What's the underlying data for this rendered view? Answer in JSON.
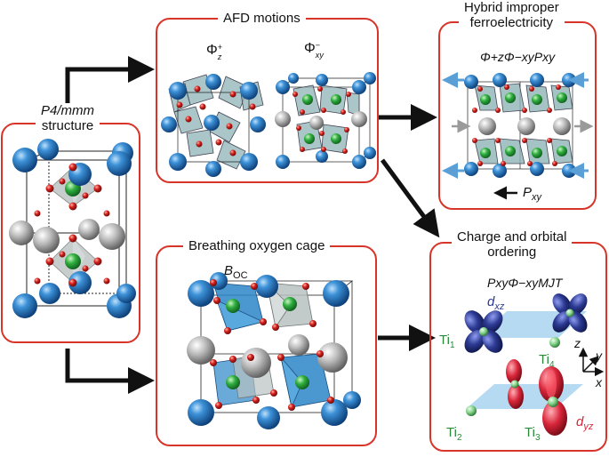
{
  "panels": {
    "p4mmm": {
      "title_line1": "P4/mmm",
      "title_line2": "structure"
    },
    "afd": {
      "title": "AFD motions",
      "phi_z_base": "Φ",
      "phi_z_sup": "+",
      "phi_z_sub": "z",
      "phi_xy_base": "Φ",
      "phi_xy_sup": "−",
      "phi_xy_sub": "xy"
    },
    "hif": {
      "title_line1": "Hybrid improper",
      "title_line2": "ferroelectricity",
      "formula": "Φ+zΦ−xyPxy",
      "pxy_label_base": "P",
      "pxy_label_sub": "xy"
    },
    "boc": {
      "title": "Breathing oxygen cage",
      "label_base": "B",
      "label_sub": "OC"
    },
    "coo": {
      "title_line1": "Charge and orbital",
      "title_line2": "ordering",
      "formula": "PxyΦ−xyMJT",
      "dxz_base": "d",
      "dxz_sub": "xz",
      "dyz_base": "d",
      "dyz_sub": "yz",
      "ti1_base": "Ti",
      "ti1_sub": "1",
      "ti2_base": "Ti",
      "ti2_sub": "2",
      "ti3_base": "Ti",
      "ti3_sub": "3",
      "ti4_base": "Ti",
      "ti4_sub": "4",
      "axis_x": "x",
      "axis_y": "y",
      "axis_z": "z"
    }
  },
  "colors": {
    "panel_border": "#d8352a",
    "A_site_blue": "#1e73be",
    "A_site_gray": "#b8b8b8",
    "Ti_green": "#2fae3f",
    "O_red": "#d4201c",
    "octahedron_gray": "#b9c1c1",
    "octahedron_blue": "#2b86c8",
    "arrow_blue": "#5aa0d6",
    "orbital_navy": "#2d3a93",
    "orbital_red": "#d9263a",
    "plane_light_blue": "#a9d4ef",
    "ti_label_green": "#2a8a3a",
    "dxz_label": "#2d3a93",
    "dyz_label": "#d9263a"
  }
}
